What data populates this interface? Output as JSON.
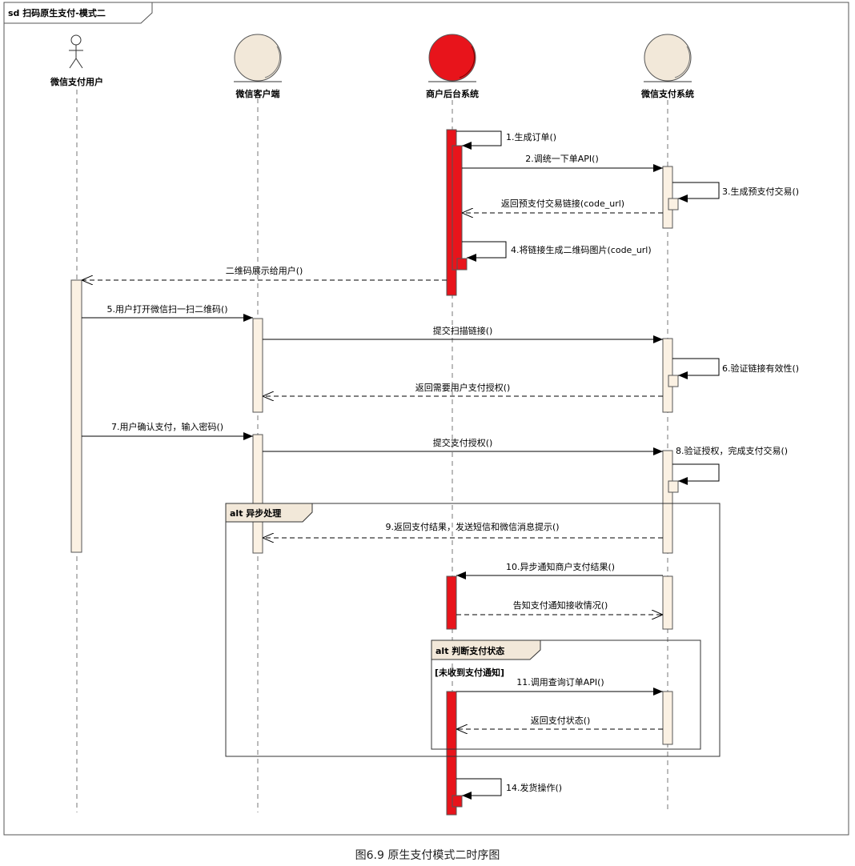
{
  "frame": {
    "title": "sd 扫码原生支付-模式二"
  },
  "lifelines": [
    {
      "id": "user",
      "name": "微信支付用户",
      "kind": "actor"
    },
    {
      "id": "client",
      "name": "微信客户端",
      "kind": "boundary"
    },
    {
      "id": "merchant",
      "name": "商户后台系统",
      "kind": "boundary",
      "color": "#e8141b"
    },
    {
      "id": "wxpay",
      "name": "微信支付系统",
      "kind": "boundary"
    }
  ],
  "messages": [
    {
      "label": "1.生成订单()"
    },
    {
      "label": "2.调统一下单API()"
    },
    {
      "label": "3.生成预支付交易()"
    },
    {
      "label": "返回预支付交易链接(code_url)"
    },
    {
      "label": "4.将链接生成二维码图片(code_url)"
    },
    {
      "label": "二维码展示给用户()"
    },
    {
      "label": "5.用户打开微信扫一扫二维码()"
    },
    {
      "label": "提交扫描链接()"
    },
    {
      "label": "6.验证链接有效性()"
    },
    {
      "label": "返回需要用户支付授权()"
    },
    {
      "label": "7.用户确认支付，输入密码()"
    },
    {
      "label": "提交支付授权()"
    },
    {
      "label": "8.验证授权，完成支付交易()"
    },
    {
      "label": "9.返回支付结果，发送短信和微信消息提示()"
    },
    {
      "label": "10.异步通知商户支付结果()"
    },
    {
      "label": "告知支付通知接收情况()"
    },
    {
      "label": "11.调用查询订单API()"
    },
    {
      "label": "返回支付状态()"
    },
    {
      "label": "14.发货操作()"
    }
  ],
  "fragments": [
    {
      "label": "alt 异步处理"
    },
    {
      "label": "alt 判断支付状态",
      "guard": "[未收到支付通知]"
    }
  ],
  "colors": {
    "activation": "#fbf1e3",
    "merchant_activation": "#e8141b",
    "bubble": "#f2e8d9"
  },
  "caption": "图6.9 原生支付模式二时序图"
}
